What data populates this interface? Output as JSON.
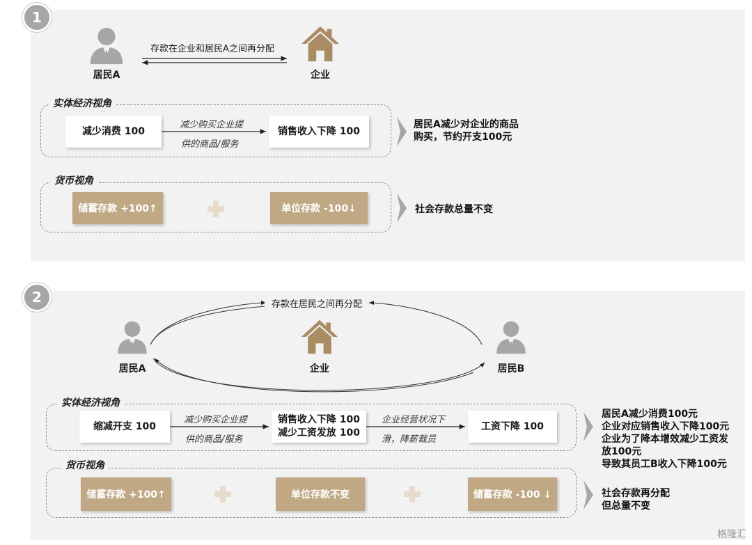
{
  "colors": {
    "panel": "#f2f2f2",
    "gold": "#bfa883",
    "badge": "#a6a6a6",
    "person": "#a6a6a6",
    "house": "#a98c63"
  },
  "icons": {
    "person": "person-icon",
    "house": "house-icon",
    "plus": "plus-icon",
    "chevron": "chevron-right-icon"
  },
  "s1": {
    "badge": "1",
    "arrow_label": "存款在企业和居民A之间再分配",
    "resident": "居民A",
    "company": "企业",
    "real": {
      "title": "实体经济视角",
      "box1": "减少消费 100",
      "arrow_top": "减少购买企业提",
      "arrow_bottom": "供的商品/服务",
      "box2": "销售收入下降 100",
      "note_lines": [
        "居民A减少对企业的商品",
        "购买，节约开支100元"
      ]
    },
    "money": {
      "title": "货币视角",
      "box1": "储蓄存款 +100↑",
      "box2": "单位存款 -100↓",
      "note": "社会存款总量不变"
    }
  },
  "s2": {
    "badge": "2",
    "arc_label": "存款在居民之间再分配",
    "resident_a": "居民A",
    "company": "企业",
    "resident_b": "居民B",
    "real": {
      "title": "实体经济视角",
      "box1": "缩减开支 100",
      "arrow1_top": "减少购买企业提",
      "arrow1_bottom": "供的商品/服务",
      "box2_lines": [
        "销售收入下降 100",
        "减少工资发放 100"
      ],
      "arrow2_top": "企业经营状况下",
      "arrow2_bottom": "滑，降薪裁员",
      "box3": "工资下降 100",
      "note_lines": [
        "居民A减少消费100元",
        "企业对应销售收入下降100元",
        "企业为了降本增效减少工资发",
        "放100元",
        "导致其员工B收入下降100元"
      ]
    },
    "money": {
      "title": "货币视角",
      "box1": "储蓄存款 +100↑",
      "box2": "单位存款不变",
      "box3": "储蓄存款 -100 ↓",
      "note_lines": [
        "社会存款再分配",
        "但总量不变"
      ]
    }
  },
  "watermark": "格隆汇"
}
